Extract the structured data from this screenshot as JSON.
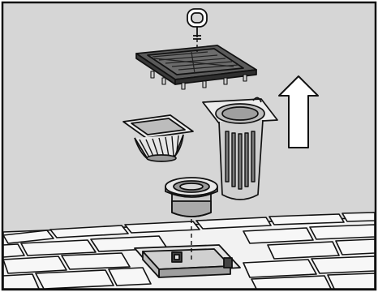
{
  "illustration": {
    "colors": {
      "background": "#d6d6d6",
      "frame": "#111111",
      "tile": "#f4f4f4",
      "part_light": "#fafafa",
      "part_mid": "#bdbdbd",
      "part_dark": "#4a4a4a",
      "stroke": "#111111"
    },
    "parts": [
      "removal-key",
      "drain-cover-grate",
      "shallow-filter-basket",
      "deep-filter-basket",
      "drain-insert-cup",
      "floor-drain-opening",
      "tiled-floor",
      "lift-direction-arrow"
    ]
  }
}
